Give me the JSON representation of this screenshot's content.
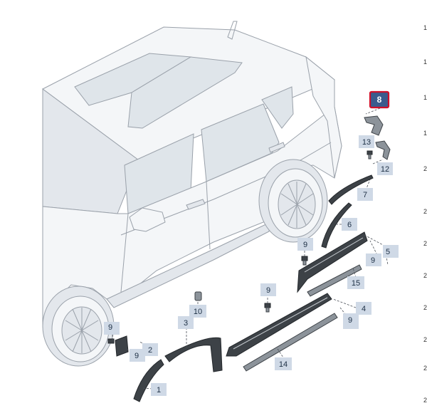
{
  "diagram": {
    "selected_label": "8",
    "callouts": [
      {
        "id": "c8",
        "text": "8"
      },
      {
        "id": "c13",
        "text": "13"
      },
      {
        "id": "c12",
        "text": "12"
      },
      {
        "id": "c7",
        "text": "7"
      },
      {
        "id": "c6",
        "text": "6"
      },
      {
        "id": "c5",
        "text": "5"
      },
      {
        "id": "c9a",
        "text": "9"
      },
      {
        "id": "c9b",
        "text": "9"
      },
      {
        "id": "c15",
        "text": "15"
      },
      {
        "id": "c9c",
        "text": "9"
      },
      {
        "id": "c4",
        "text": "4"
      },
      {
        "id": "c9d",
        "text": "9"
      },
      {
        "id": "c10",
        "text": "10"
      },
      {
        "id": "c9e",
        "text": "9"
      },
      {
        "id": "c3",
        "text": "3"
      },
      {
        "id": "c9f",
        "text": "9"
      },
      {
        "id": "c2",
        "text": "2"
      },
      {
        "id": "c14",
        "text": "14"
      },
      {
        "id": "c1",
        "text": "1"
      }
    ],
    "edge_marks": [
      "1",
      "1",
      "1",
      "1",
      "2",
      "2",
      "2",
      "2",
      "2",
      "2",
      "2",
      "2"
    ]
  }
}
